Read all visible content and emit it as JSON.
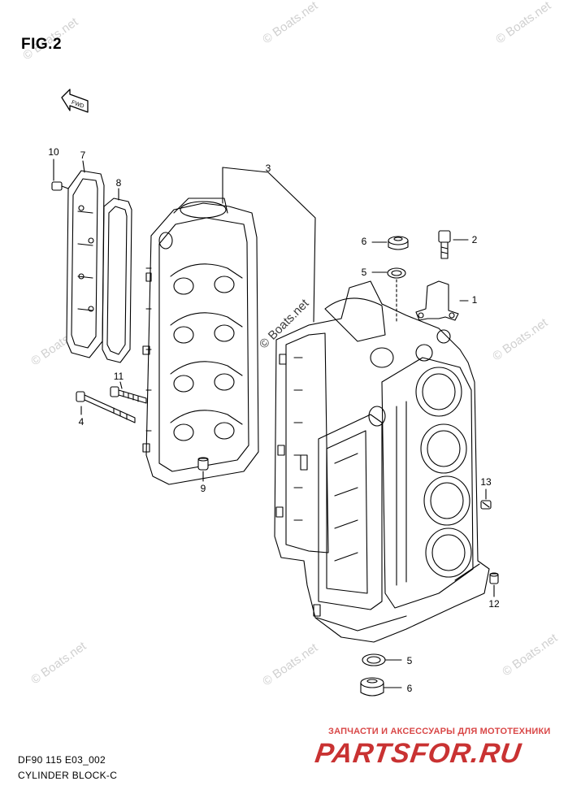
{
  "figure": {
    "title": "FIG.2",
    "code": "DF90 115 E03_002",
    "caption": "CYLINDER BLOCK-C",
    "direction_label": "FWD"
  },
  "callouts": [
    {
      "id": "c10",
      "label": "10"
    },
    {
      "id": "c7",
      "label": "7"
    },
    {
      "id": "c8",
      "label": "8"
    },
    {
      "id": "c3",
      "label": "3"
    },
    {
      "id": "c6a",
      "label": "6"
    },
    {
      "id": "c2",
      "label": "2"
    },
    {
      "id": "c5a",
      "label": "5"
    },
    {
      "id": "c1",
      "label": "1"
    },
    {
      "id": "c11",
      "label": "11"
    },
    {
      "id": "c4",
      "label": "4"
    },
    {
      "id": "c9",
      "label": "9"
    },
    {
      "id": "c13",
      "label": "13"
    },
    {
      "id": "c12",
      "label": "12"
    },
    {
      "id": "c5b",
      "label": "5"
    },
    {
      "id": "c6b",
      "label": "6"
    }
  ],
  "watermark": {
    "text": "© Boats.net",
    "center_text": "© Boats.net"
  },
  "branding": {
    "tagline": "ЗАПЧАСТИ И АКСЕССУАРЫ ДЛЯ МОТОТЕХНИКИ",
    "logo": "PARTSFOR.RU",
    "color": "#c93232"
  },
  "icons": [
    "fwd-arrow-icon"
  ]
}
